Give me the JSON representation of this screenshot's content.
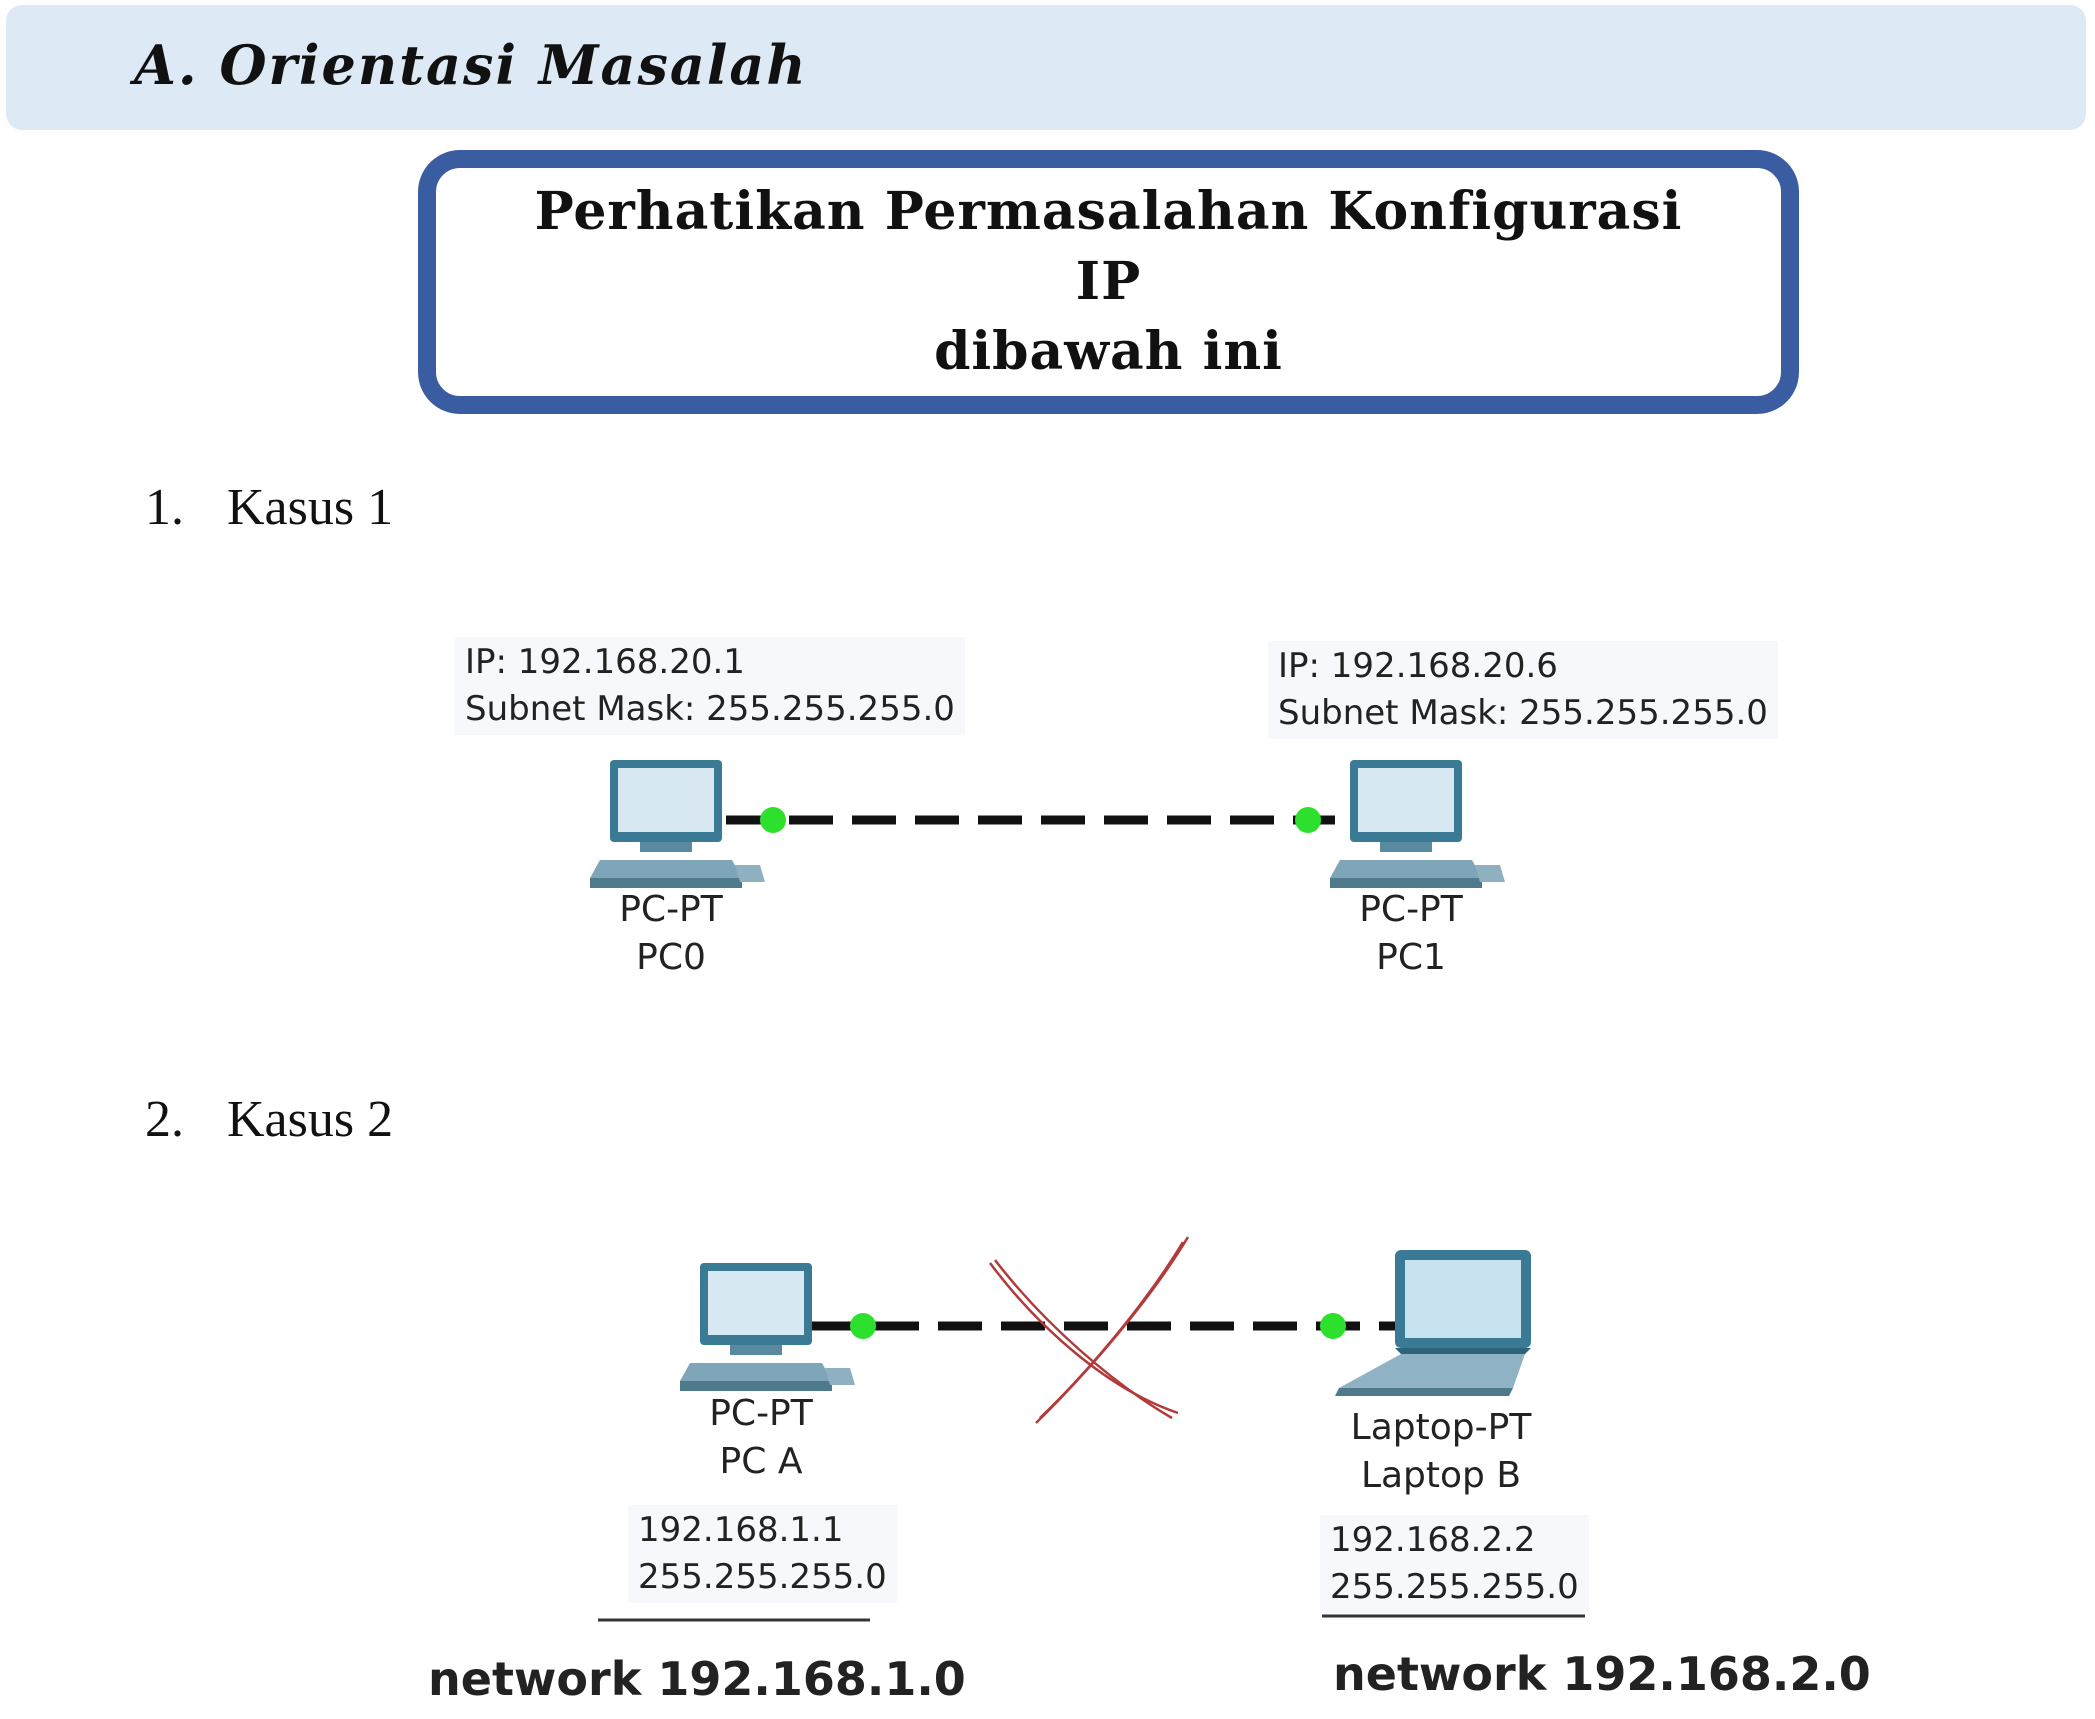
{
  "section": {
    "title": "A. Orientasi Masalah"
  },
  "callout": {
    "line1": "Perhatikan Permasalahan Konfigurasi IP",
    "line2": "dibawah ini"
  },
  "case1": {
    "number": "1.",
    "label": "Kasus 1",
    "pc0": {
      "ip": "IP: 192.168.20.1",
      "mask": "Subnet Mask: 255.255.255.0",
      "type": "PC-PT",
      "name": "PC0",
      "icon": "desktop-pc-icon"
    },
    "pc1": {
      "ip": "IP: 192.168.20.6",
      "mask": "Subnet Mask: 255.255.255.0",
      "type": "PC-PT",
      "name": "PC1",
      "icon": "desktop-pc-icon"
    }
  },
  "case2": {
    "number": "2.",
    "label": "Kasus 2",
    "pcA": {
      "type": "PC-PT",
      "name": "PC A",
      "ip": "192.168.1.1",
      "mask": "255.255.255.0",
      "network": "network 192.168.1.0",
      "icon": "desktop-pc-icon"
    },
    "laptopB": {
      "type": "Laptop-PT",
      "name": "Laptop B",
      "ip": "192.168.2.2",
      "mask": "255.255.255.0",
      "network": "network 192.168.2.0",
      "icon": "laptop-icon"
    }
  },
  "colors": {
    "header_band": "#dde9f5",
    "callout_border": "#3a5da1",
    "link_dot": "#2ee02e",
    "cross": "#b23a3a"
  }
}
